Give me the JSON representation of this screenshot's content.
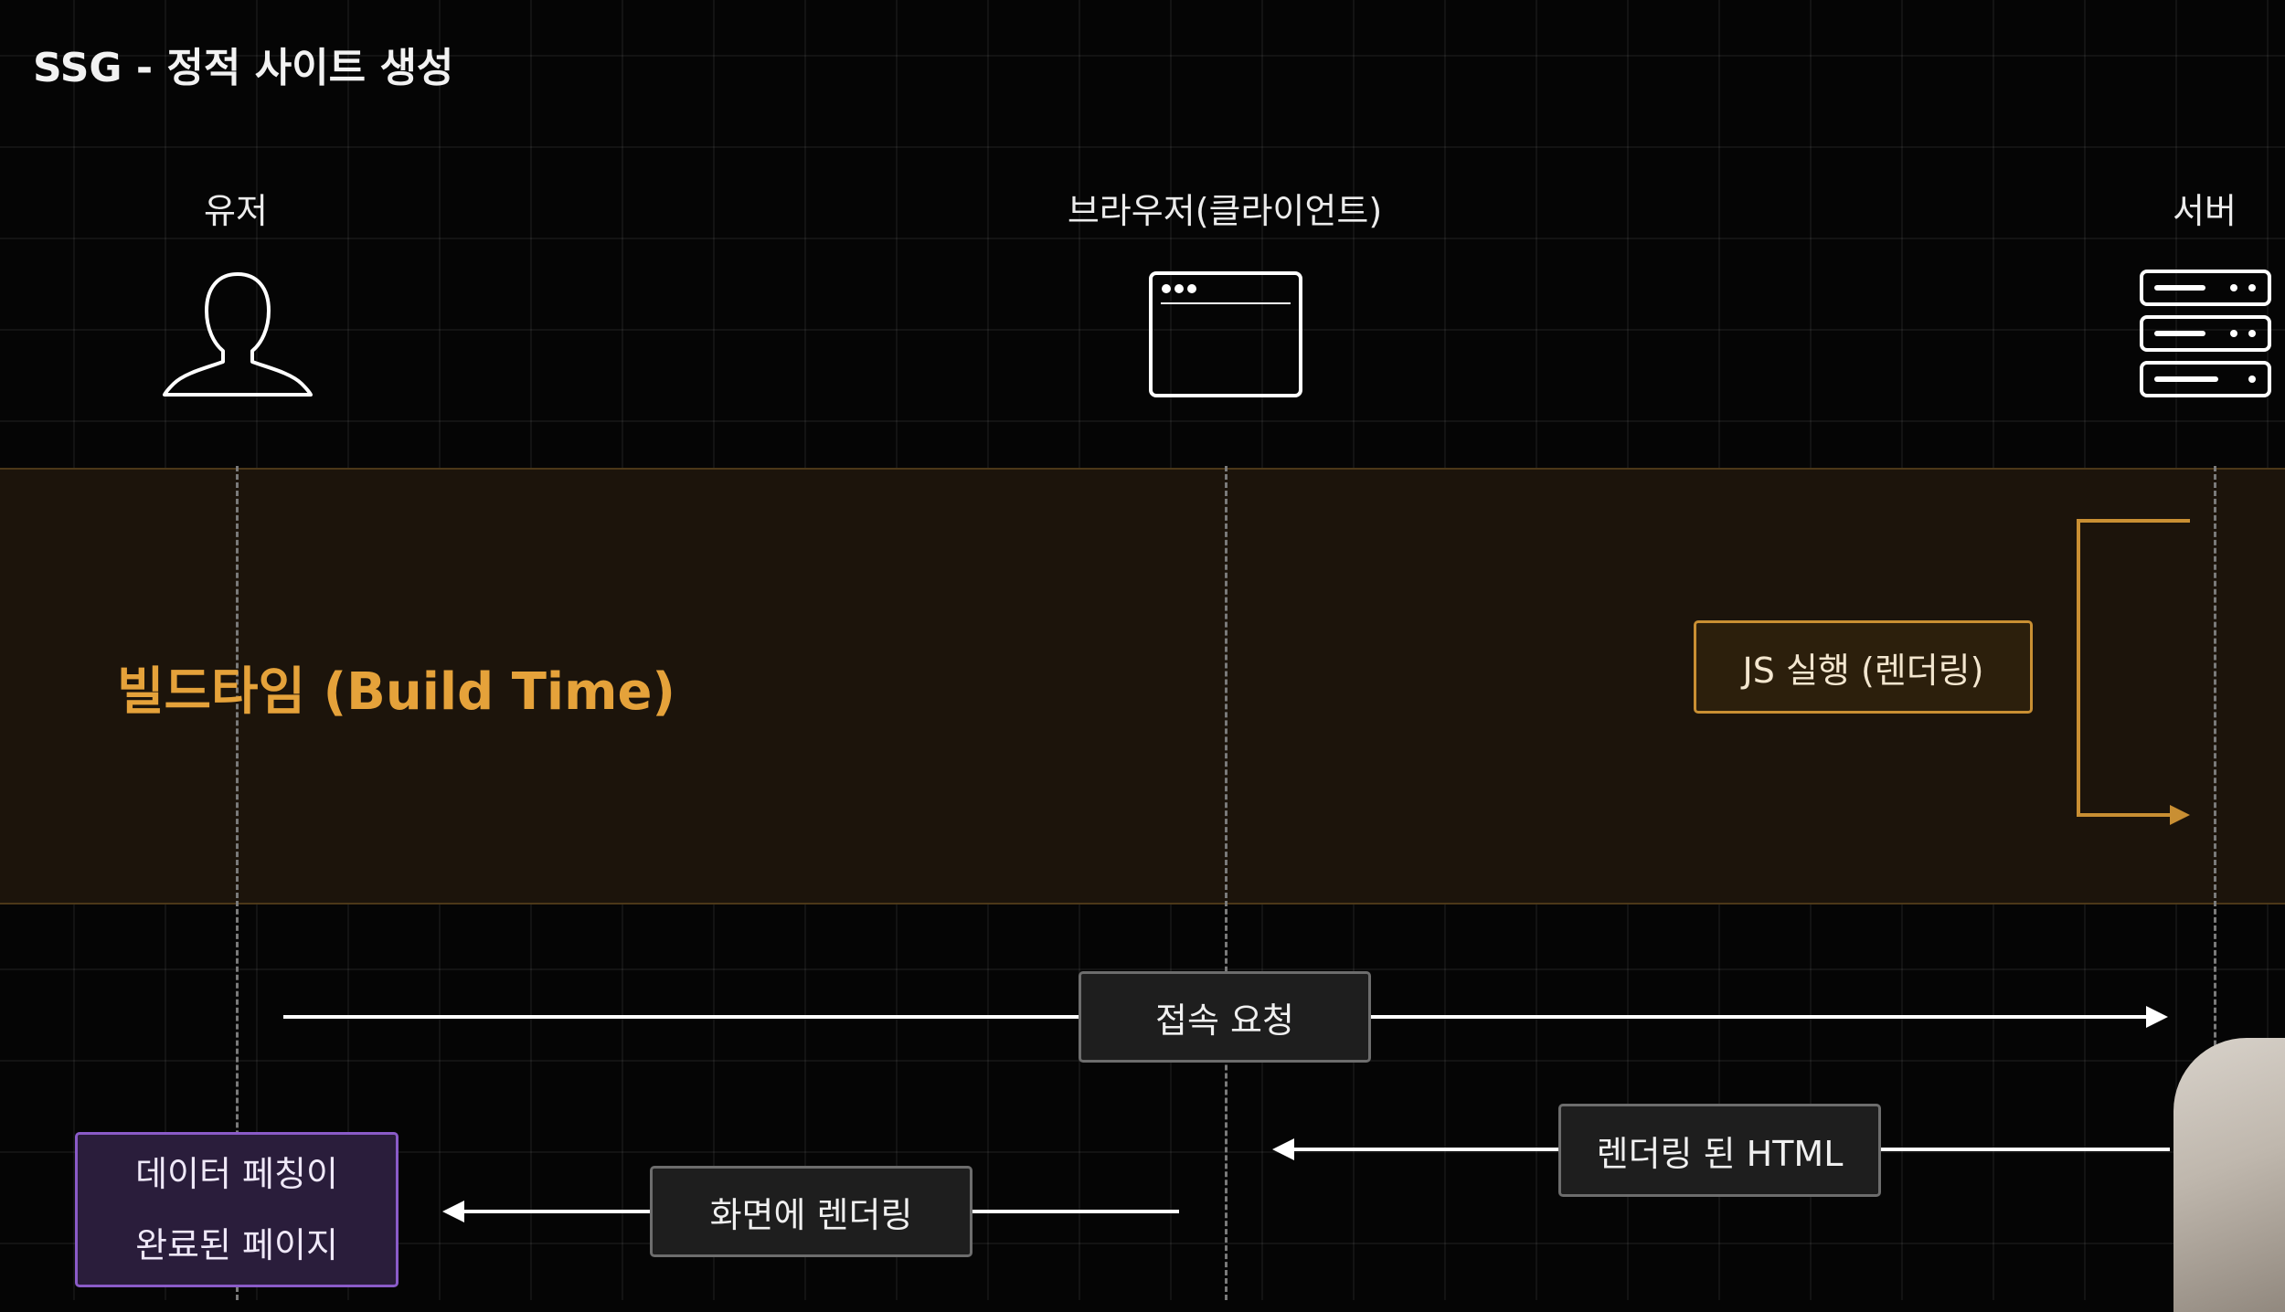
{
  "title": "SSG - 정적 사이트 생성",
  "actors": {
    "user": {
      "label": "유저",
      "icon": "user-icon"
    },
    "browser": {
      "label": "브라우저(클라이언트)",
      "icon": "browser-window-icon"
    },
    "server": {
      "label": "서버",
      "icon": "server-icon"
    }
  },
  "build_phase": {
    "title": "빌드타임 (Build Time)",
    "step": "JS 실행 (렌더링)"
  },
  "messages": {
    "request": "접속 요청",
    "rendered_html": "렌더링 된 HTML",
    "screen_render": "화면에 렌더링"
  },
  "result": {
    "line1": "데이터 페칭이",
    "line2": "완료된 페이지"
  },
  "colors": {
    "background": "#050505",
    "accent_amber": "#e5a23a",
    "band": "#1c140b",
    "result_purple": "#8a5bc8"
  }
}
